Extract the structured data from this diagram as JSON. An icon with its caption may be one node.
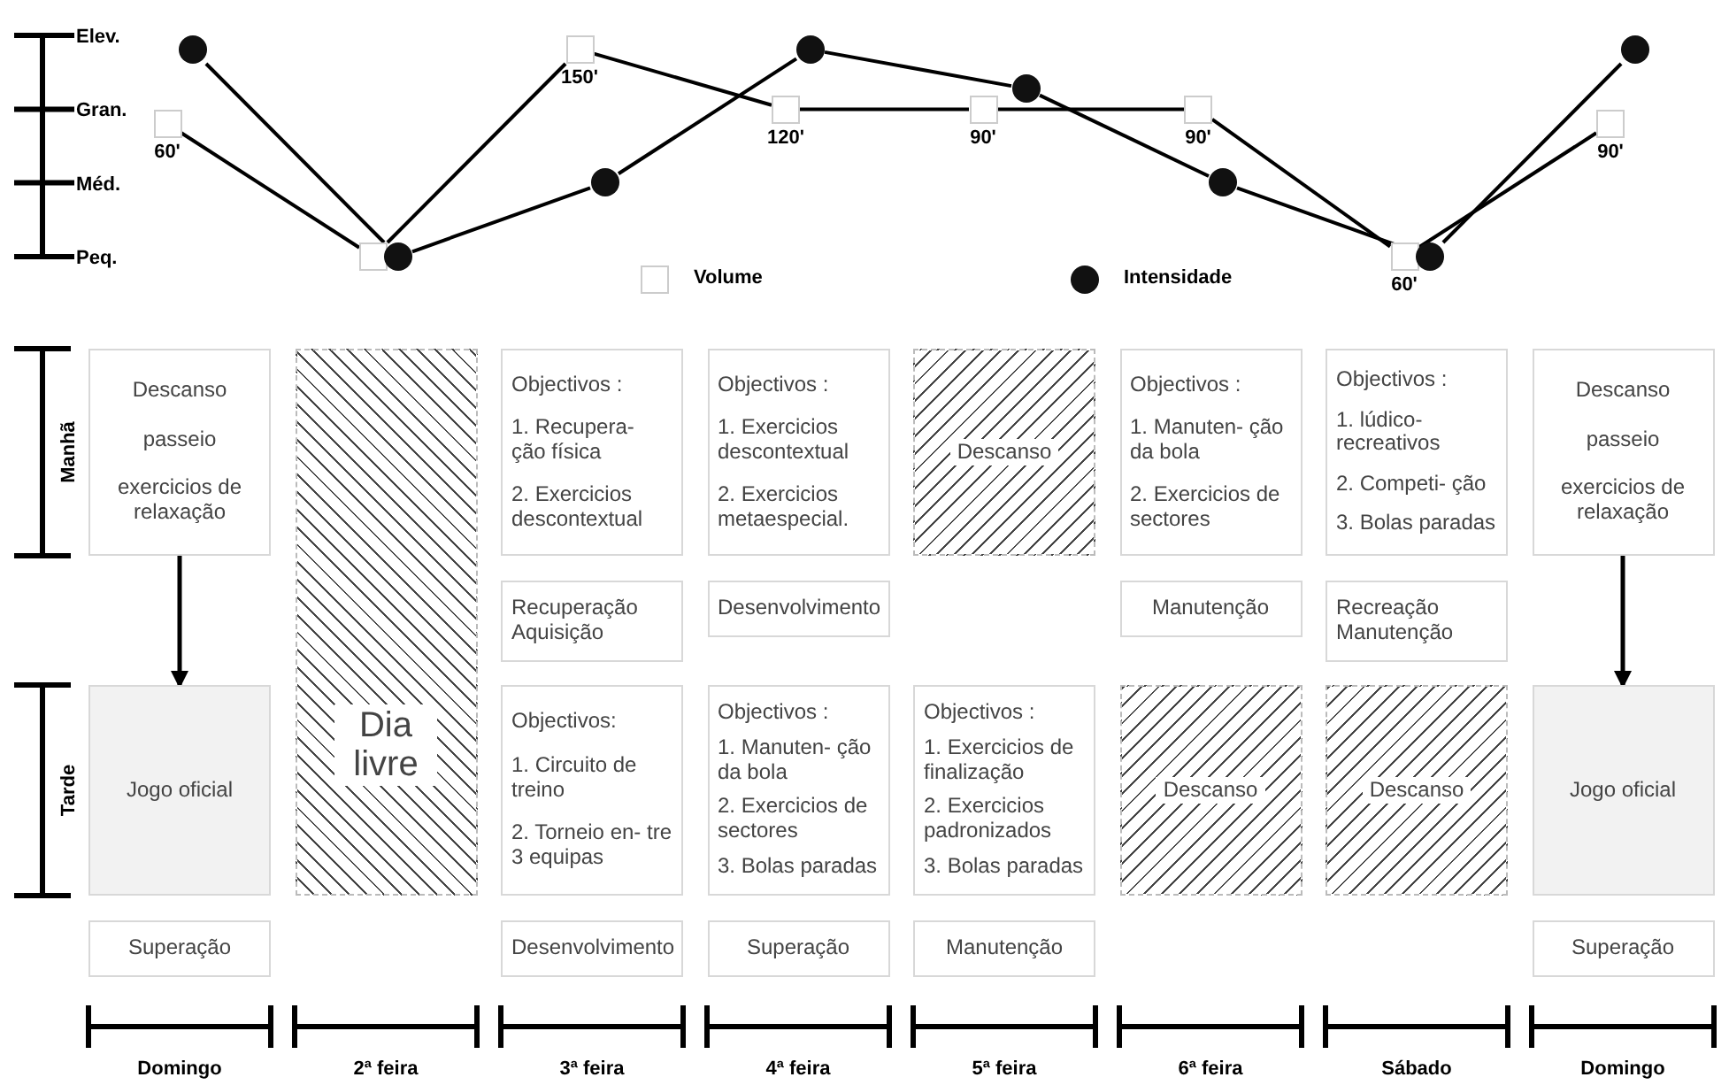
{
  "diagram": {
    "nodes": [
      {
        "text": [],
        "shape": "box",
        "beside": [
          "60'"
        ]
      },
      {
        "text": [],
        "shape": "box"
      },
      {
        "text": [],
        "shape": "box",
        "beside": [
          "150'"
        ]
      },
      {
        "text": [],
        "shape": "box",
        "beside": [
          "120'"
        ]
      },
      {
        "text": [],
        "shape": "box",
        "beside": [
          "90'"
        ]
      },
      {
        "text": [],
        "shape": "box",
        "beside": [
          "90'"
        ]
      },
      {
        "text": [],
        "shape": "box",
        "beside": [
          "60'"
        ]
      },
      {
        "text": [],
        "shape": "box",
        "beside": [
          "90'"
        ]
      },
      {
        "text": [],
        "shape": "circle"
      },
      {
        "text": [],
        "shape": "circle"
      },
      {
        "text": [],
        "shape": "circle"
      },
      {
        "text": [],
        "shape": "circle"
      },
      {
        "text": [],
        "shape": "circle"
      },
      {
        "text": [],
        "shape": "circle"
      },
      {
        "text": [],
        "shape": "circle"
      },
      {
        "text": [],
        "shape": "circle"
      },
      {
        "text": [
          "Descanso",
          "passeio",
          "exercicios de relaxação"
        ]
      },
      {
        "text": [
          "Dia livre"
        ]
      },
      {
        "text": [
          "Objectivos :",
          "1. Recupera- ção física",
          "2. Exercicios descontextual"
        ]
      },
      {
        "text": [
          "Objectivos :",
          "1. Exercicios descontextual",
          "2. Exercicios metaespecial."
        ]
      },
      {
        "text": [
          "Descanso"
        ]
      },
      {
        "text": [
          "Objectivos :",
          "1. Manuten- ção da bola",
          "2. Exercicios de sectores"
        ]
      },
      {
        "text": [
          "Objectivos :",
          "1. lúdico- recreativos",
          "2. Competi- ção",
          "3. Bolas paradas"
        ]
      },
      {
        "text": [
          "Descanso",
          "passeio",
          "exercicios de relaxação"
        ]
      },
      {
        "text": [
          "Recuperação Aquisição"
        ]
      },
      {
        "text": [
          "Desenvolvimento"
        ]
      },
      {
        "text": [
          "Manutenção"
        ]
      },
      {
        "text": [
          "Recreação Manutenção"
        ]
      },
      {
        "text": [
          "Jogo oficial"
        ]
      },
      {
        "text": [
          "Objectivos:",
          "1. Circuito de treino",
          "2. Torneio en- tre 3 equipas"
        ]
      },
      {
        "text": [
          "Objectivos :",
          "1. Manuten- ção da bola",
          "2. Exercicios de sectores",
          "3. Bolas paradas"
        ]
      },
      {
        "text": [
          "Objectivos :",
          "1. Exercicios de finalização",
          "2. Exercicios padronizados",
          "3. Bolas paradas"
        ]
      },
      {
        "text": [
          "Descanso"
        ]
      },
      {
        "text": [
          "Descanso"
        ]
      },
      {
        "text": [
          "Jogo oficial"
        ]
      },
      {
        "text": [
          "Superação"
        ]
      },
      {
        "text": [
          "Desenvolvimento"
        ]
      },
      {
        "text": [
          "Superação"
        ]
      },
      {
        "text": [
          "Manutenção"
        ]
      },
      {
        "text": [
          "Superação"
        ]
      }
    ],
    "edges": [
      {
        "from": 0,
        "to": 1,
        "arrow": "none"
      },
      {
        "from": 1,
        "to": 2,
        "arrow": "none"
      },
      {
        "from": 2,
        "to": 3,
        "arrow": "none"
      },
      {
        "from": 3,
        "to": 4,
        "arrow": "none"
      },
      {
        "from": 4,
        "to": 5,
        "arrow": "none"
      },
      {
        "from": 5,
        "to": 6,
        "arrow": "none"
      },
      {
        "from": 6,
        "to": 7,
        "arrow": "none"
      },
      {
        "from": 8,
        "to": 9,
        "arrow": "none"
      },
      {
        "from": 9,
        "to": 10,
        "arrow": "none"
      },
      {
        "from": 10,
        "to": 11,
        "arrow": "none"
      },
      {
        "from": 11,
        "to": 12,
        "arrow": "none"
      },
      {
        "from": 12,
        "to": 13,
        "arrow": "none"
      },
      {
        "from": 13,
        "to": 14,
        "arrow": "none"
      },
      {
        "from": 14,
        "to": 15,
        "arrow": "none"
      },
      {
        "from": 16,
        "to": 28,
        "arrow": "to"
      },
      {
        "from": 23,
        "to": 34,
        "arrow": "to"
      }
    ],
    "labels": [
      "Elev.",
      "Gran.",
      "Méd.",
      "Peq.",
      "Manhã",
      "Tarde",
      "Domingo",
      "2ª feira",
      "3ª feira",
      "4ª feira",
      "5ª feira",
      "6ª feira",
      "Sábado",
      "Domingo"
    ],
    "legend": [
      {
        "text": "Volume"
      },
      {
        "text": "Intensidade"
      }
    ]
  }
}
